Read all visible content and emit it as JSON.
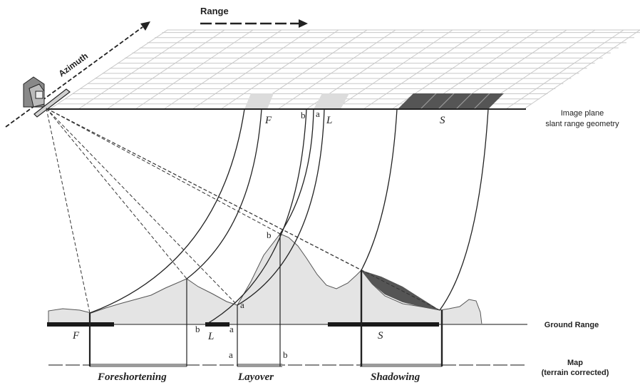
{
  "labels": {
    "range": "Range",
    "azimuth": "Azimuth",
    "image_plane_line1": "Image plane",
    "image_plane_line2": "slant range geometry",
    "ground_range": "Ground Range",
    "map_line1": "Map",
    "map_line2": "(terrain corrected)",
    "foreshortening": "Foreshortening",
    "layover": "Layover",
    "shadowing": "Shadowing"
  },
  "markers": {
    "F": "F",
    "L": "L",
    "S": "S",
    "a": "a",
    "b": "b"
  },
  "colors": {
    "line": "#222222",
    "grid": "#c8c8c8",
    "terrain_fill": "#e4e4e4",
    "shadow_fill": "#555555",
    "shadow_grid": "#606060",
    "light_patch": "#dcdcdc",
    "bar": "#1a1a1a",
    "map_segment": "#9a9a9a"
  }
}
